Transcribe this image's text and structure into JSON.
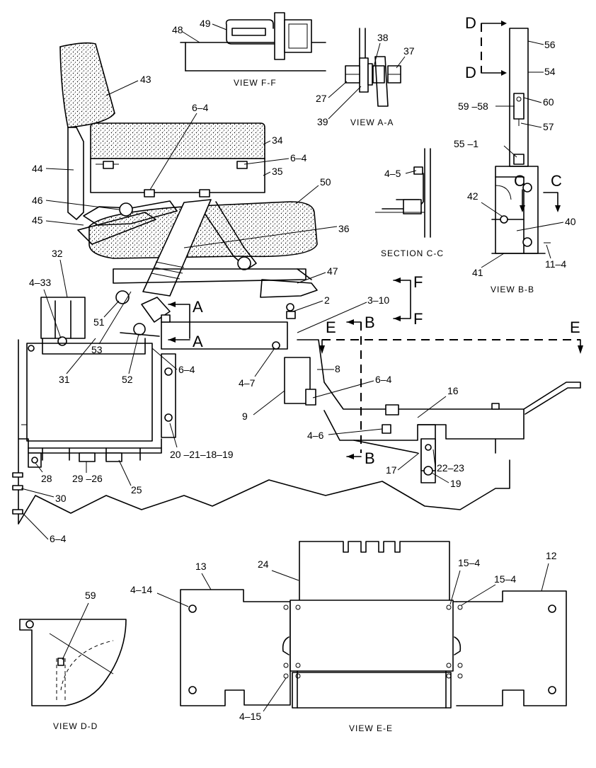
{
  "view_titles": {
    "ff": "VIEW F-F",
    "aa": "VIEW A-A",
    "bb": "VIEW B-B",
    "cc": "SECTION C-C",
    "dd": "VIEW D-D",
    "ee": "VIEW E-E"
  },
  "section_letters": {
    "a": "A",
    "b": "B",
    "c": "C",
    "d": "D",
    "e": "E",
    "f": "F"
  },
  "callouts": {
    "c48": "48",
    "c49": "49",
    "c38": "38",
    "c37": "37",
    "c27": "27",
    "c39": "39",
    "c56": "56",
    "c54": "54",
    "c60": "60",
    "c59_58": "59 –58",
    "c57": "57",
    "c55_1": "55 –1",
    "c42": "42",
    "c40": "40",
    "c41": "41",
    "c11_4": "11–4",
    "c43": "43",
    "c6_4a": "6–4",
    "c34": "34",
    "c6_4b": "6–4",
    "c35": "35",
    "c44": "44",
    "c46": "46",
    "c45": "45",
    "c50": "50",
    "c36": "36",
    "c32": "32",
    "c4_33": "4–33",
    "c47": "47",
    "c4_5": "4–5",
    "c2": "2",
    "c3_10": "3–10",
    "c51": "51",
    "c53": "53",
    "c52": "52",
    "c31": "31",
    "c6_4c": "6–4",
    "c4_7": "4–7",
    "c8": "8",
    "c6_4d": "6–4",
    "c9": "9",
    "c16": "16",
    "c4_6": "4–6",
    "c20": "20 –21–18–19",
    "c22_23": "22–23",
    "c17": "17",
    "c19": "19",
    "c28": "28",
    "c29_26": "29 –26",
    "c25": "25",
    "c30": "30",
    "c6_4e": "6–4",
    "c13": "13",
    "c24": "24",
    "c15_4a": "15–4",
    "c15_4b": "15–4",
    "c12": "12",
    "c4_14": "4–14",
    "c59": "59",
    "c4_15": "4–15"
  }
}
